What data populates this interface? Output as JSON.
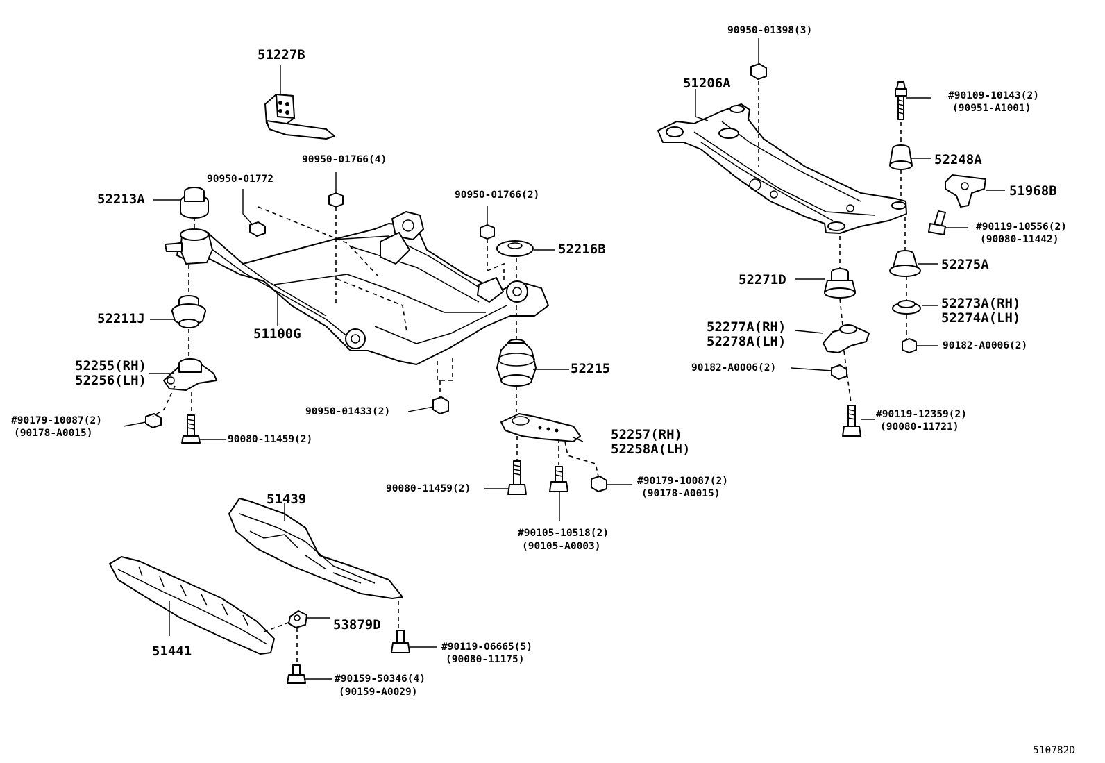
{
  "labels": {
    "p51227B": "51227B",
    "p90950_01766_4": "90950-01766(4)",
    "p90950_01772": "90950-01772",
    "p52213A": "52213A",
    "p90950_01766_2": "90950-01766(2)",
    "p52216B": "52216B",
    "p52211J": "52211J",
    "p51100G": "51100G",
    "p52255": "52255(RH)",
    "p52256": "52256(LH)",
    "p52215": "52215",
    "p90179_left": "#90179-10087(2)",
    "p90178_left": "(90178-A0015)",
    "p90950_01433": "90950-01433(2)",
    "p90080_11459_left": "90080-11459(2)",
    "p52257": "52257(RH)",
    "p52258A": "52258A(LH)",
    "p90080_11459_mid": "90080-11459(2)",
    "p90179_mid": "#90179-10087(2)",
    "p90178_mid": "(90178-A0015)",
    "p90105_10518": "#90105-10518(2)",
    "p90105_A0003": "(90105-A0003)",
    "p51439": "51439",
    "p51441": "51441",
    "p53879D": "53879D",
    "p90119_06665": "#90119-06665(5)",
    "p90080_11175": "(90080-11175)",
    "p90159_50346": "#90159-50346(4)",
    "p90159_A0029": "(90159-A0029)",
    "p90950_01398": "90950-01398(3)",
    "p51206A": "51206A",
    "p90109_10143": "#90109-10143(2)",
    "p90951_A1001": "(90951-A1001)",
    "p52248A": "52248A",
    "p51968B": "51968B",
    "p90119_10556": "#90119-10556(2)",
    "p90080_11442": "(90080-11442)",
    "p52275A": "52275A",
    "p52271D": "52271D",
    "p52273A": "52273A(RH)",
    "p52274A": "52274A(LH)",
    "p52277A": "52277A(RH)",
    "p52278A": "52278A(LH)",
    "p90182_right": "90182-A0006(2)",
    "p90182_left": "90182-A0006(2)",
    "p90119_12359": "#90119-12359(2)",
    "p90080_11721": "(90080-11721)",
    "illustration_id": "510782D"
  }
}
